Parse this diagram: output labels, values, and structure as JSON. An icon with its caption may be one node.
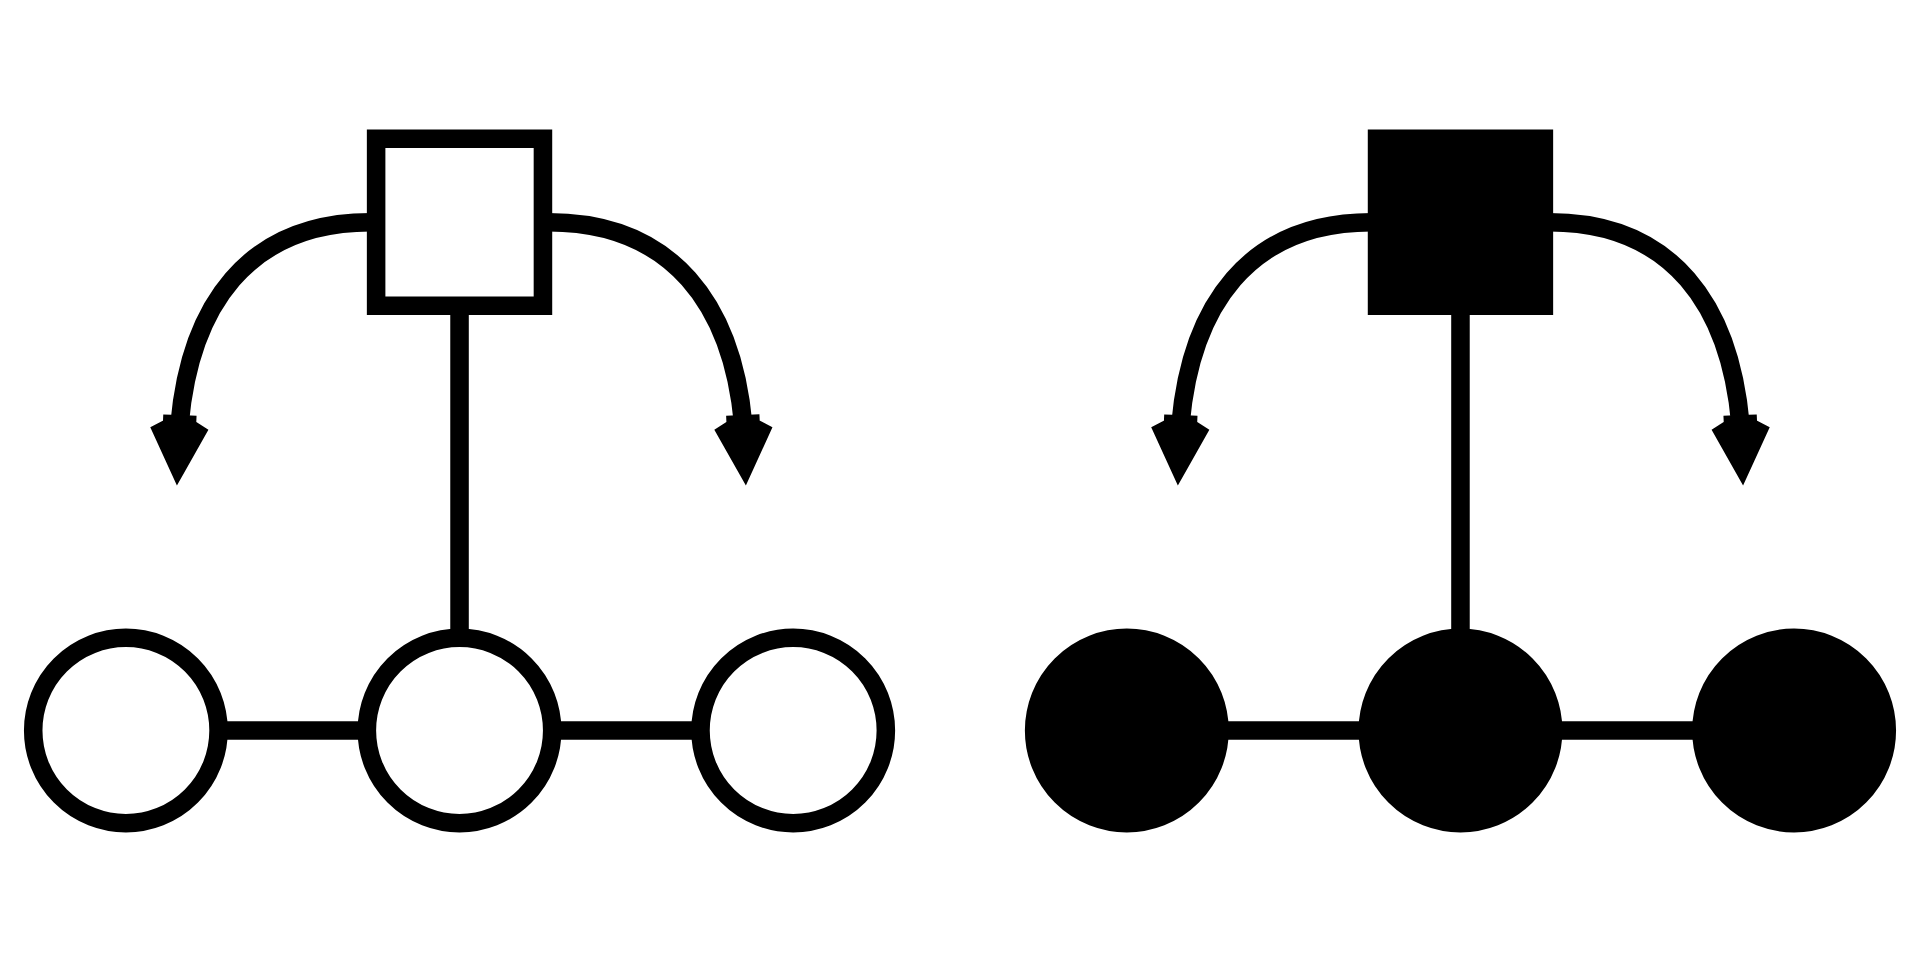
{
  "diagram": {
    "nodes": [
      {
        "text": [],
        "shape": "box"
      },
      {
        "text": [],
        "shape": "circle"
      },
      {
        "text": [],
        "shape": "circle"
      },
      {
        "text": [],
        "shape": "circle"
      },
      {
        "text": [],
        "shape": "box"
      },
      {
        "text": [],
        "shape": "circle"
      },
      {
        "text": [],
        "shape": "circle"
      },
      {
        "text": [],
        "shape": "circle"
      }
    ],
    "edges": [
      {
        "from": 0,
        "to": null,
        "arrow": "to"
      },
      {
        "from": 0,
        "to": null,
        "arrow": "to"
      },
      {
        "from": 0,
        "to": 2,
        "arrow": "none"
      },
      {
        "from": 1,
        "to": 2,
        "arrow": "none"
      },
      {
        "from": 2,
        "to": 3,
        "arrow": "none"
      },
      {
        "from": 4,
        "to": null,
        "arrow": "to"
      },
      {
        "from": 4,
        "to": null,
        "arrow": "to"
      },
      {
        "from": 4,
        "to": 6,
        "arrow": "none"
      },
      {
        "from": 5,
        "to": 6,
        "arrow": "none"
      },
      {
        "from": 6,
        "to": 7,
        "arrow": "none"
      }
    ]
  }
}
